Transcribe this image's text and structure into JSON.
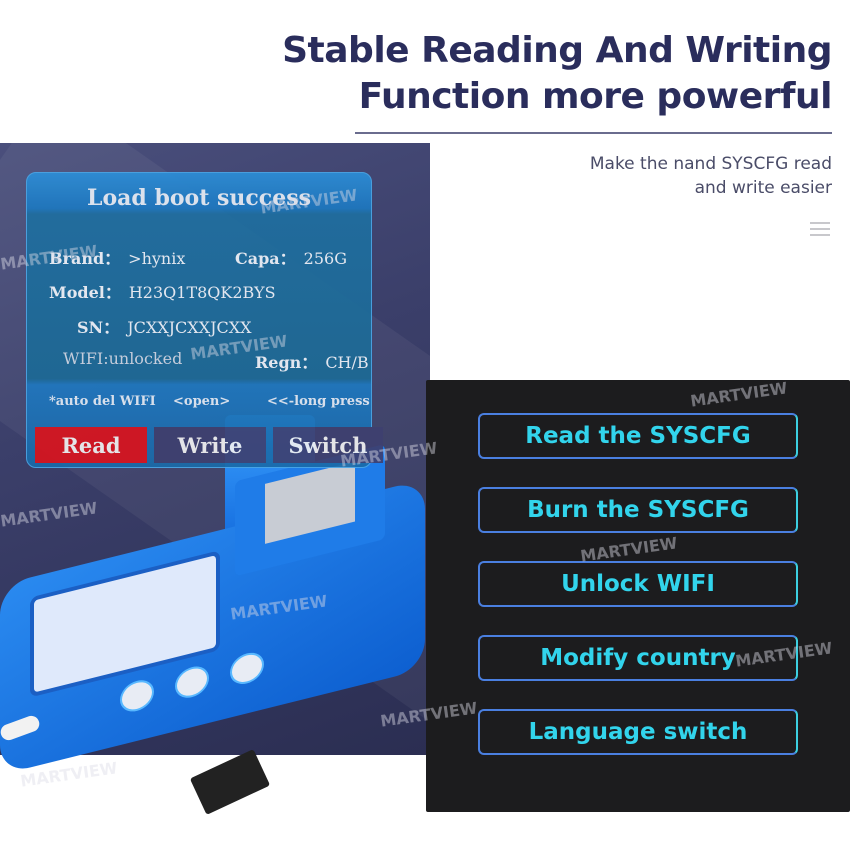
{
  "header": {
    "title_line1": "Stable Reading And Writing",
    "title_line2": "Function more powerful",
    "subtitle_line1": "Make the nand SYSCFG read",
    "subtitle_line2": "and write easier"
  },
  "device_screen": {
    "title": "Load boot success",
    "brand_label": "Brand：",
    "brand_value": ">hynix",
    "capa_label": "Capa：",
    "capa_value": "256G",
    "model_label": "Model：",
    "model_value": "H23Q1T8QK2BYS",
    "sn_label": "SN：",
    "sn_value": "JCXXJCXXJCXX",
    "wifi_text": "WIFI:unlocked",
    "regn_label": "Regn：",
    "regn_value": "CH/B",
    "hint_auto": "*auto del WIFI",
    "hint_open": "<open>",
    "hint_long": "<<-long press",
    "buttons": {
      "read": "Read",
      "write": "Write",
      "switch": "Switch"
    },
    "colors": {
      "read": "#d9141e",
      "other": "#3e4070"
    }
  },
  "features": {
    "items": [
      {
        "label": "Read the SYSCFG"
      },
      {
        "label": "Burn the SYSCFG"
      },
      {
        "label": "Unlock WIFI"
      },
      {
        "label": "Modify country"
      },
      {
        "label": "Language switch"
      }
    ],
    "text_color": "#32d4ec",
    "border_color": "#4a7fe0"
  },
  "watermark": {
    "text": "MARTVIEW"
  }
}
